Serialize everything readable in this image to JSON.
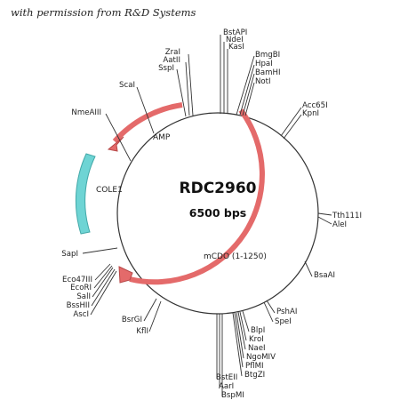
{
  "credit": "with permission from R&D Systems",
  "plasmid": {
    "name": "RDC2960",
    "size_label": "6500 bps"
  },
  "features": [
    {
      "id": "amp",
      "label": "AMP",
      "color": "#e46a6a"
    },
    {
      "id": "cole1",
      "label": "COLE1",
      "color": "#6ed4d4"
    },
    {
      "id": "mcdo",
      "label": "mCDO (1-1250)",
      "color": "#e46a6a"
    }
  ],
  "sites": [
    {
      "group": "top",
      "labels": [
        "BstAPI",
        "NdeI",
        "KasI"
      ]
    },
    {
      "group": "top-right",
      "labels": [
        "BmgBI",
        "HpaI",
        "BamHI",
        "NotI"
      ]
    },
    {
      "group": "top-left",
      "labels": [
        "ZraI",
        "AatII",
        "SspI"
      ]
    },
    {
      "group": "scai",
      "labels": [
        "ScaI"
      ]
    },
    {
      "group": "nmeaiii",
      "labels": [
        "NmeAIII"
      ]
    },
    {
      "group": "acc65i",
      "labels": [
        "Acc65I",
        "KpnI"
      ]
    },
    {
      "group": "tth111i",
      "labels": [
        "Tth111I",
        "AleI"
      ]
    },
    {
      "group": "bsaai",
      "labels": [
        "BsaAI"
      ]
    },
    {
      "group": "pshai",
      "labels": [
        "PshAI",
        "SpeI"
      ]
    },
    {
      "group": "blpi",
      "labels": [
        "BlpI",
        "KroI",
        "NaeI",
        "NgoMIV",
        "PflMI",
        "BtgZI"
      ]
    },
    {
      "group": "bsteii",
      "labels": [
        "BstEII",
        "AarI",
        "BspMI"
      ]
    },
    {
      "group": "bsrgi",
      "labels": [
        "BsrGI",
        "KflI"
      ]
    },
    {
      "group": "sapi",
      "labels": [
        "SapI"
      ]
    },
    {
      "group": "eco47iii",
      "labels": [
        "Eco47III",
        "EcoRI",
        "SalI",
        "BssHII",
        "AscI"
      ]
    }
  ]
}
